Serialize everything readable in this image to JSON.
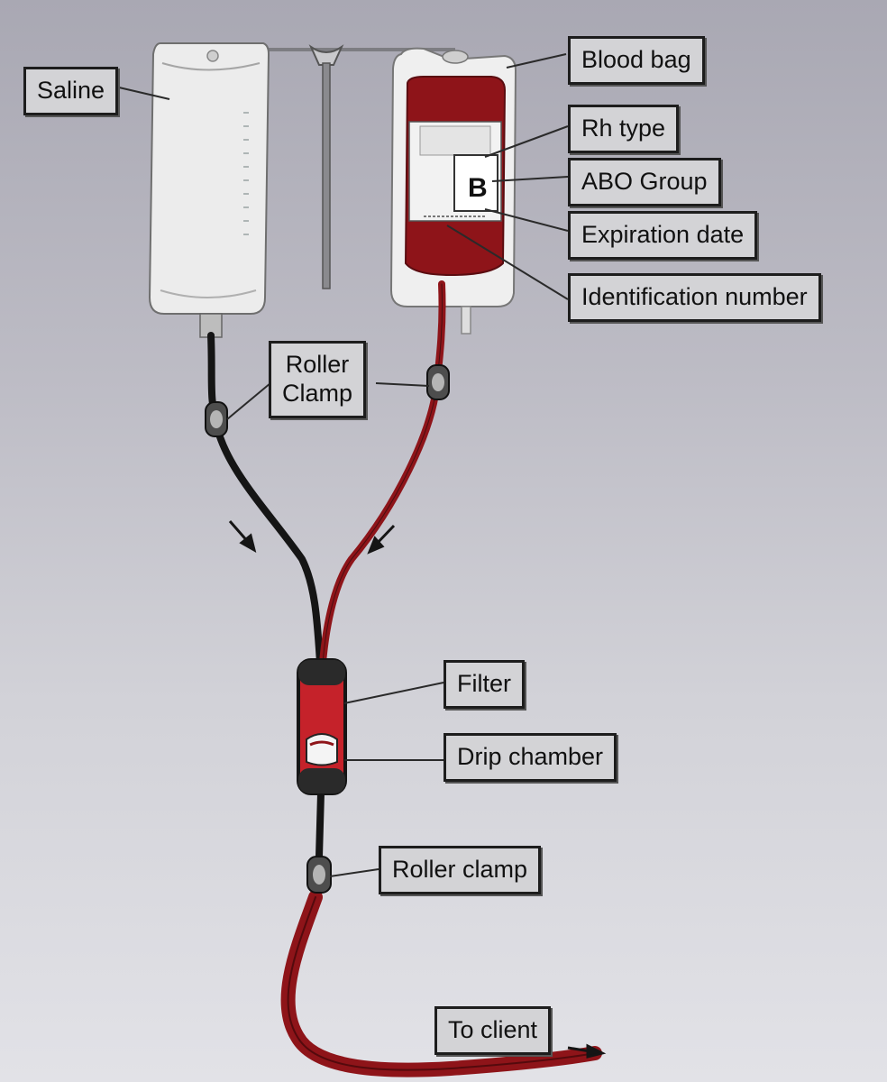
{
  "labels": {
    "saline": "Saline",
    "blood_bag": "Blood bag",
    "rh_type": "Rh type",
    "abo_group": "ABO Group",
    "expiration_date": "Expiration date",
    "identification_number": "Identification number",
    "roller_clamp_upper": "Roller\nClamp",
    "filter": "Filter",
    "drip_chamber": "Drip chamber",
    "roller_clamp_lower": "Roller clamp",
    "to_client": "To client"
  },
  "bag_label": {
    "blood_group_letter": "B"
  },
  "colors": {
    "blood": "#8e1419",
    "blood_bright": "#c5222a",
    "saline_tube": "#151515",
    "label_bg": "#d3d3d6"
  }
}
